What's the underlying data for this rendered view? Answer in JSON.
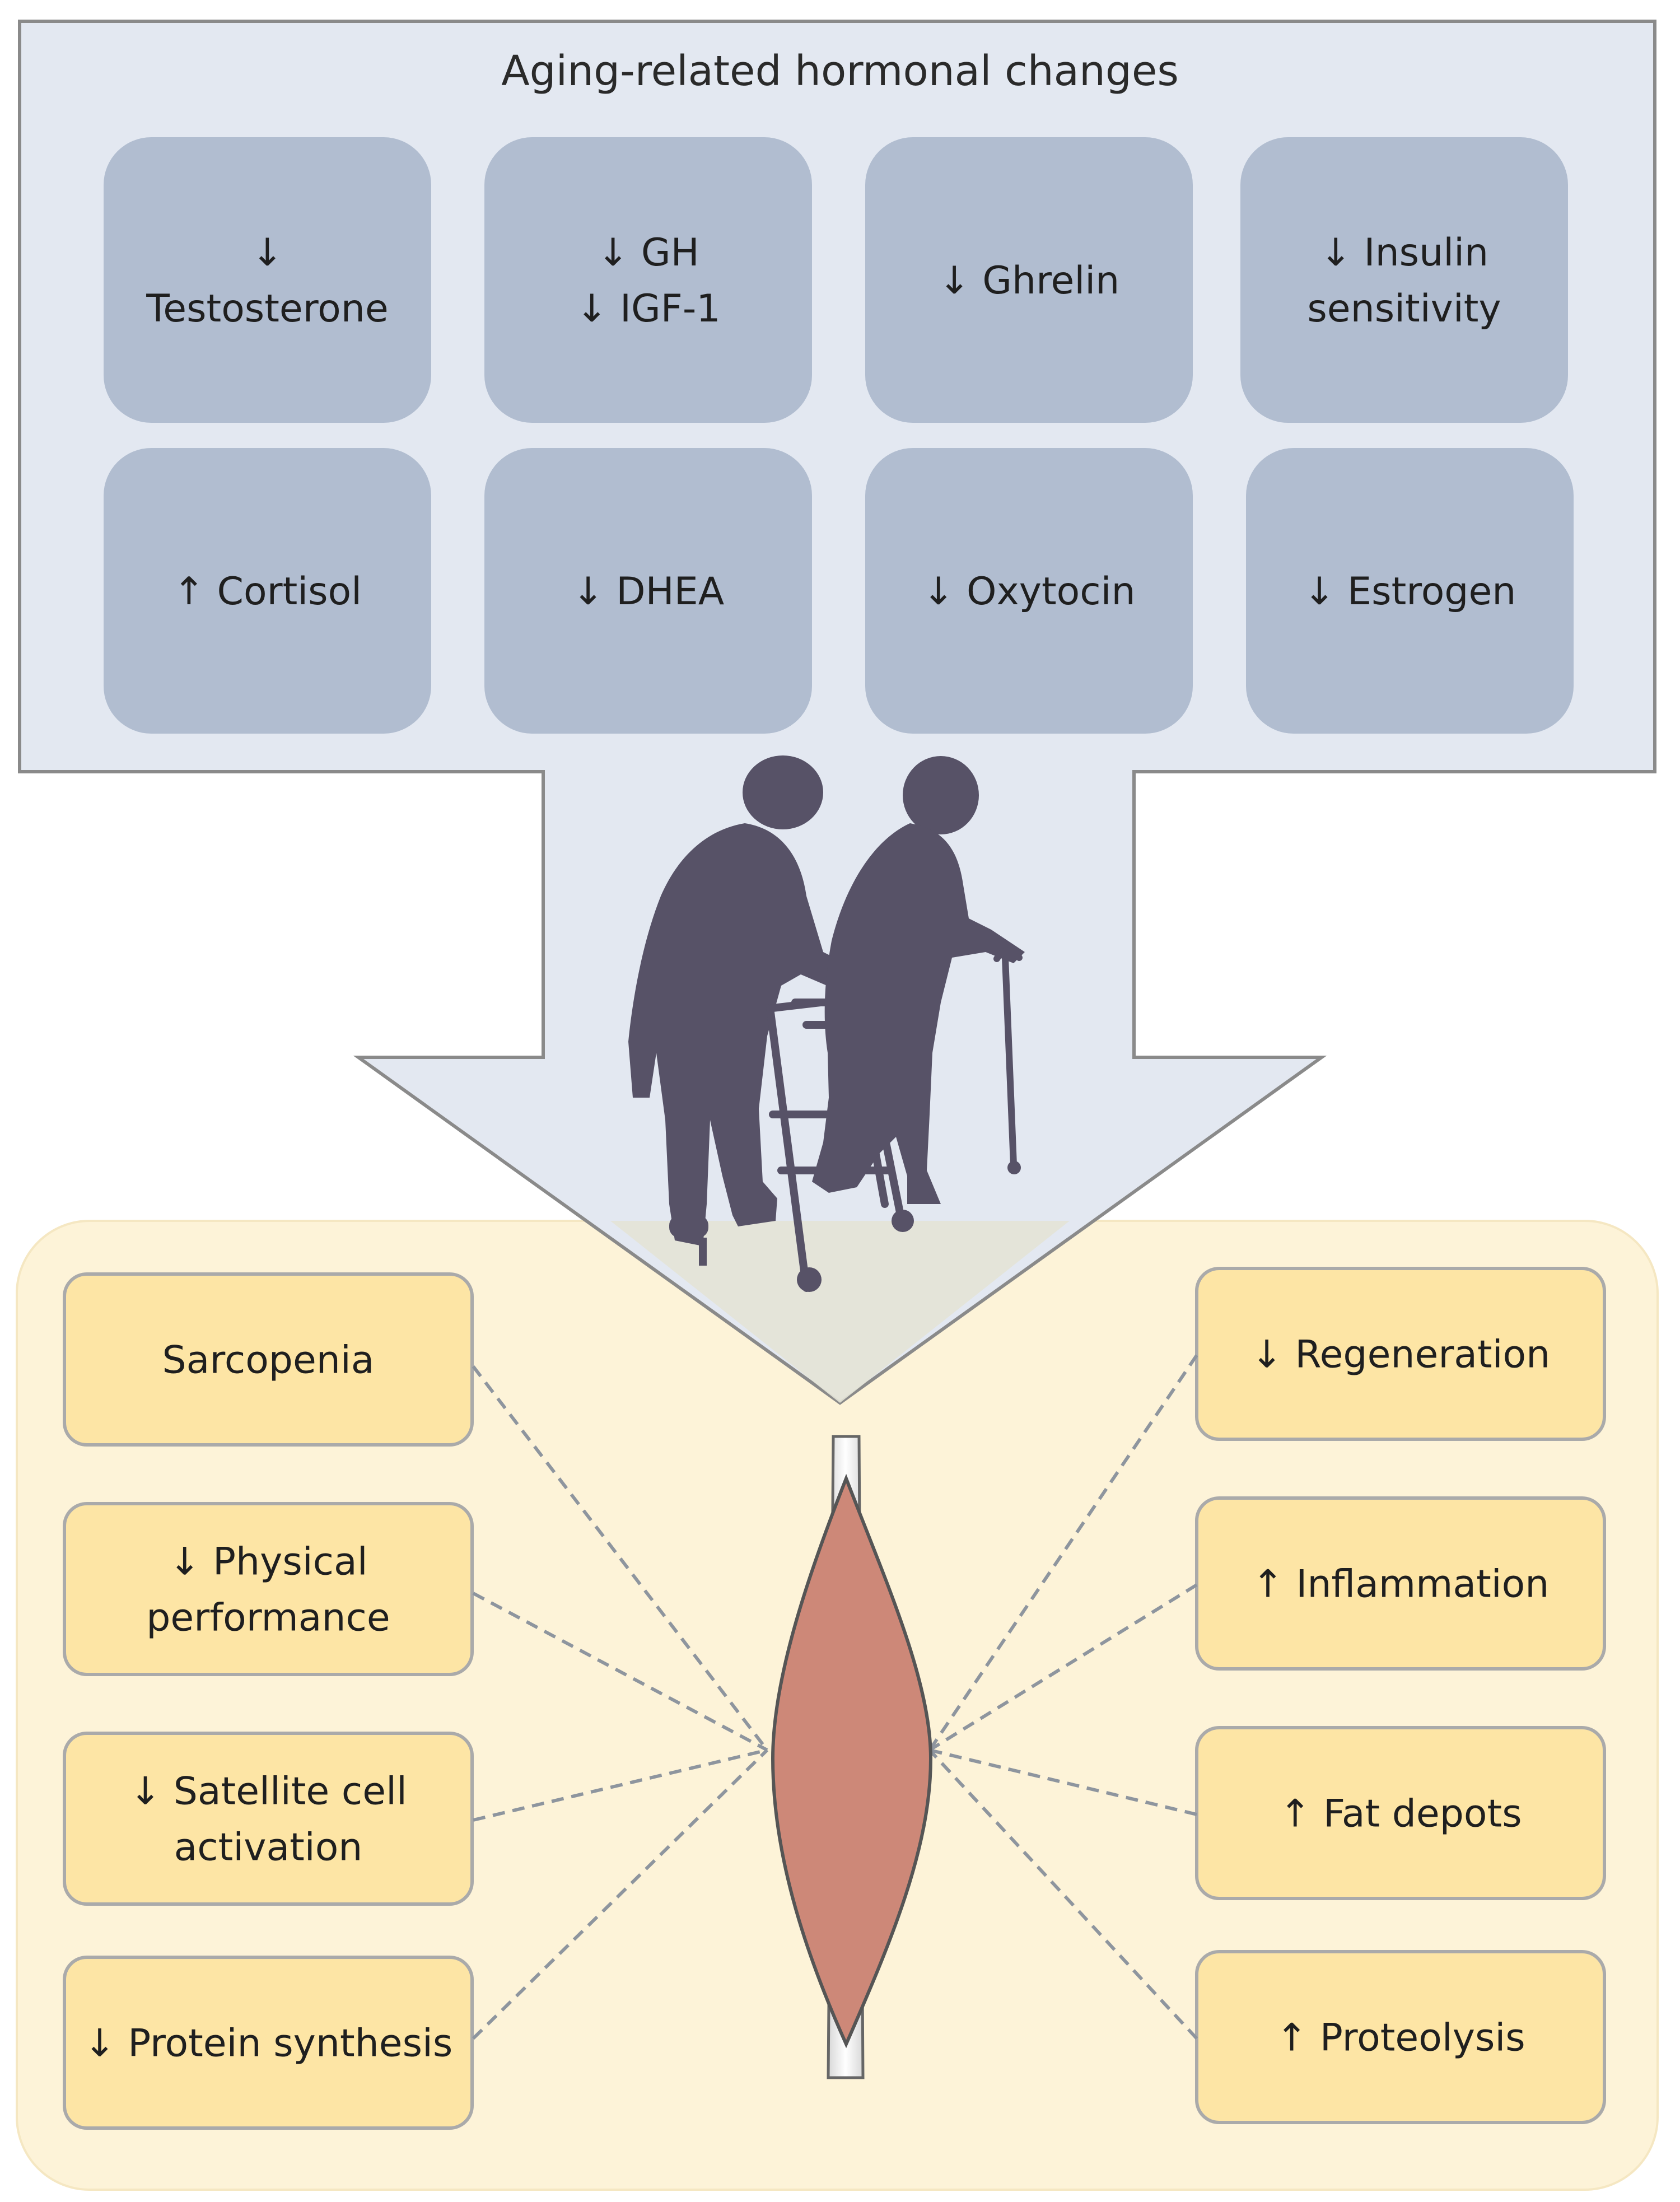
{
  "hormones": {
    "title": "Aging-related hormonal changes",
    "boxes": [
      {
        "lines": [
          "↓",
          "Testosterone"
        ]
      },
      {
        "lines": [
          "↓ GH",
          "↓ IGF-1"
        ]
      },
      {
        "lines": [
          "↓ Ghrelin"
        ]
      },
      {
        "lines": [
          "↓ Insulin",
          "sensitivity"
        ]
      },
      {
        "lines": [
          "↑ Cortisol"
        ]
      },
      {
        "lines": [
          "↓ DHEA"
        ]
      },
      {
        "lines": [
          "↓ Oxytocin"
        ]
      },
      {
        "lines": [
          "↓ Estrogen"
        ]
      }
    ]
  },
  "effects": {
    "left": [
      {
        "lines": [
          "Sarcopenia"
        ]
      },
      {
        "lines": [
          "↓ Physical",
          "performance"
        ]
      },
      {
        "lines": [
          "↓ Satellite cell",
          "activation"
        ]
      },
      {
        "lines": [
          "↓ Protein synthesis"
        ]
      }
    ],
    "right": [
      {
        "lines": [
          "↓ Regeneration"
        ]
      },
      {
        "lines": [
          "↑ Inflammation"
        ]
      },
      {
        "lines": [
          "↑ Fat depots"
        ]
      },
      {
        "lines": [
          "↑ Proteolysis"
        ]
      }
    ]
  },
  "colors": {
    "arrow_fill": "#e3e8f1",
    "arrow_stroke": "#8a8a8a",
    "hormone_box": "#b1bdd0",
    "panel_fill": "#fdf3d8",
    "effect_box": "#fde5a5",
    "effect_stroke": "#aaaaaa",
    "silhouette": "#575267",
    "muscle": "#cd8878",
    "muscle_stroke": "#555555",
    "dashed": "#8e959e"
  },
  "icons": [
    "elderly-couple-silhouette-icon",
    "walker-icon",
    "cane-icon",
    "muscle-icon"
  ]
}
